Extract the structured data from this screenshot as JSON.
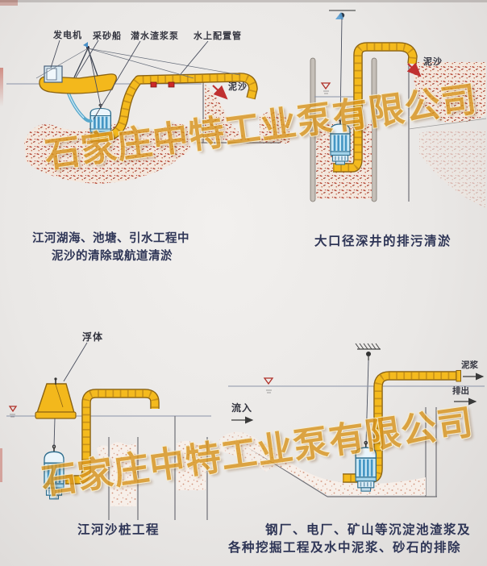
{
  "watermark": {
    "text": "石家庄中特工业泵有限公司",
    "color": "#d8941e"
  },
  "diagrams": {
    "dredging": {
      "labels": {
        "generator": "发电机",
        "sand_boat": "采砂船",
        "submersible_slurry_pump": "潜水渣浆泵",
        "surface_pipe": "水上配置管",
        "sediment": "泥沙"
      },
      "caption_line1": "江河湖海、池塘、引水工程中",
      "caption_line2": "泥沙的清除或航道清淤"
    },
    "deep_well": {
      "labels": {
        "sediment": "泥沙"
      },
      "caption": "大口径深井的排污清淤"
    },
    "sand_pile": {
      "labels": {
        "float": "浮体"
      },
      "caption": "江河沙桩工程"
    },
    "sedimentation_tank": {
      "labels": {
        "inflow": "流入",
        "slurry_out": "泥浆",
        "discharge": "排出"
      },
      "caption_line1": "钢厂、电厂、矿山等沉淀池渣浆及",
      "caption_line2": "各种挖掘工程及水中泥浆、砂石的排除"
    }
  },
  "colors": {
    "pipe_yellow": "#f4ba1e",
    "pipe_outline": "#8a6212",
    "pump_blue": "#c9e8f6",
    "sediment_red": "#b13927",
    "sludge_pink": "#d9a490",
    "caption_ink": "#2e3556",
    "watermark_orange": "#d8941e"
  }
}
